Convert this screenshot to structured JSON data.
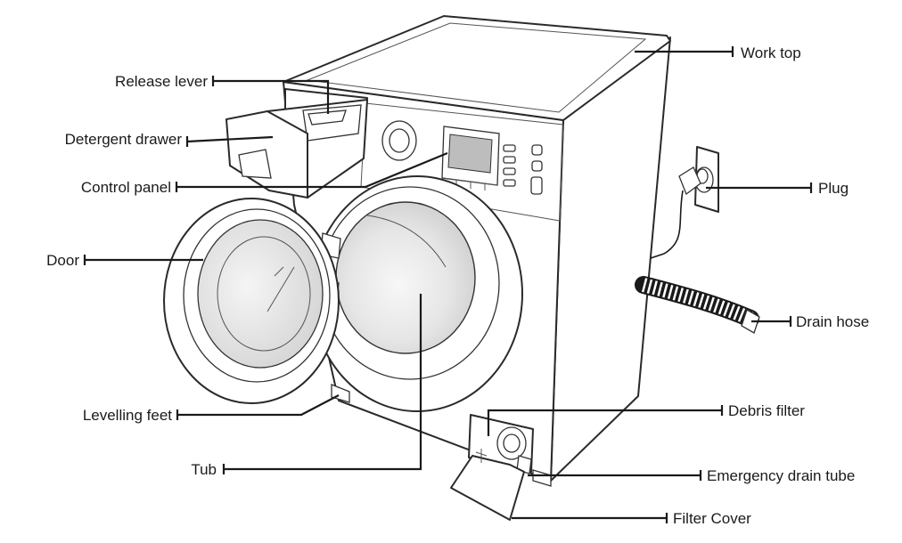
{
  "labels": {
    "work_top": "Work top",
    "release_lever": "Release lever",
    "detergent_drawer": "Detergent drawer",
    "control_panel": "Control panel",
    "plug": "Plug",
    "door": "Door",
    "drain_hose": "Drain hose",
    "levelling_feet": "Levelling feet",
    "debris_filter": "Debris filter",
    "tub": "Tub",
    "emergency_drain_tube": "Emergency drain tube",
    "filter_cover": "Filter Cover"
  },
  "colors": {
    "line": "#1a1a1a",
    "background": "#ffffff",
    "glass": "#e4e4e4",
    "display": "#bdbdbd"
  }
}
